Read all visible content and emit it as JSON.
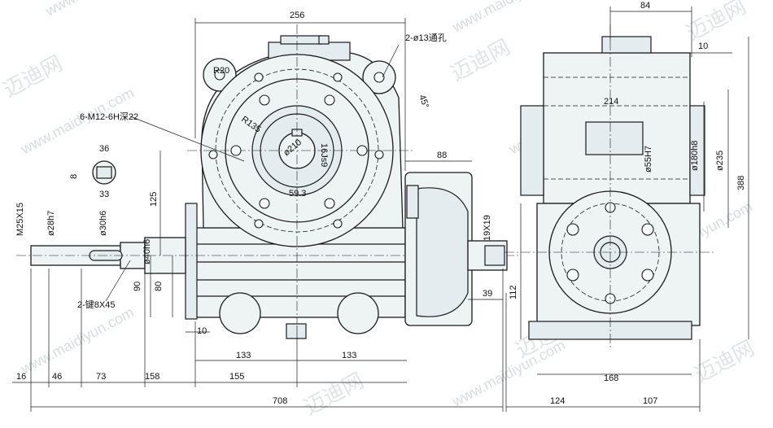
{
  "watermark": {
    "text_latin": "www.maidiyun.com",
    "text_cn": "迈迪网"
  },
  "dimensions": {
    "top_width": "256",
    "through_holes": "2-ø13通孔",
    "radius_20": "R20",
    "radius_135": "R135",
    "tapped_holes": "6-M12-6H深22",
    "angle_45": "45°",
    "bore_210": "ø210",
    "keyway_16": "16Js9",
    "key_36": "36",
    "key_8": "8",
    "key_33": "33",
    "dim_88": "88",
    "dim_125": "125",
    "dim_59_3": "59.3",
    "thread_m25": "M25X15",
    "shaft_28": "ø28h7",
    "shaft_30": "ø30h6",
    "shaft_40": "ø40h6",
    "dim_90": "90",
    "dim_80": "80",
    "keys_2": "2-键8X45",
    "dim_10_left": "10",
    "dim_133_left": "133",
    "dim_133_right": "133",
    "dim_155": "155",
    "dim_16": "16",
    "dim_46": "46",
    "dim_73": "73",
    "dim_158": "158",
    "dim_708": "708",
    "key_19x19": "19X19",
    "dim_39": "39",
    "side_84": "84",
    "side_10": "10",
    "side_214": "214",
    "bore_55": "ø55H7",
    "bore_180": "ø180h8",
    "bore_235": "ø235",
    "side_388": "388",
    "side_112": "112",
    "side_168": "168",
    "side_124": "124",
    "side_107": "107"
  }
}
